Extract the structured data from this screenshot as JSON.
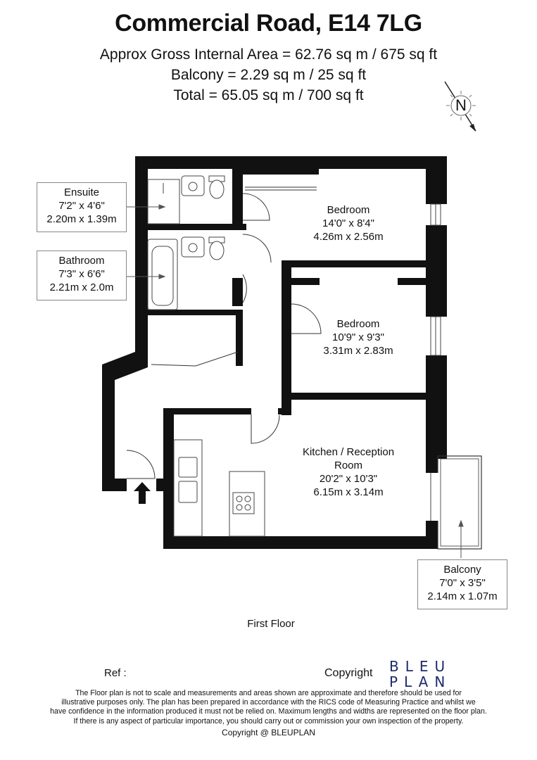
{
  "header": {
    "title": "Commercial Road, E14 7LG",
    "area_gross": "Approx Gross Internal Area = 62.76 sq m / 675 sq ft",
    "area_balcony": "Balcony = 2.29 sq m / 25 sq ft",
    "area_total": "Total = 65.05 sq m / 700 sq ft"
  },
  "compass": {
    "letter": "N"
  },
  "rooms": {
    "ensuite": {
      "name": "Ensuite",
      "imperial": "7'2\" x 4'6\"",
      "metric": "2.20m x 1.39m"
    },
    "bathroom": {
      "name": "Bathroom",
      "imperial": "7'3\" x 6'6\"",
      "metric": "2.21m x 2.0m"
    },
    "bedroom1": {
      "name": "Bedroom",
      "imperial": "14'0\" x 8'4\"",
      "metric": "4.26m x 2.56m"
    },
    "bedroom2": {
      "name": "Bedroom",
      "imperial": "10'9\" x 9'3\"",
      "metric": "3.31m x 2.83m"
    },
    "kitchen": {
      "name_line1": "Kitchen / Reception",
      "name_line2": "Room",
      "imperial": "20'2\" x 10'3\"",
      "metric": "6.15m x 3.14m"
    },
    "balcony": {
      "name": "Balcony",
      "imperial": "7'0\" x 3'5\"",
      "metric": "2.14m x 1.07m"
    }
  },
  "floor_label": "First Floor",
  "ref_label": "Ref  :",
  "copyright_label": "Copyright",
  "brand": {
    "line1": "BLEU",
    "line2": "PLAN",
    "color": "#1e2a6b"
  },
  "disclaimer": {
    "line1": "The Floor plan is not to scale and measurements and areas shown are approximate and therefore should be used for",
    "line2": "illustrative purposes only. The plan has been prepared in accordance with the RICS code of Measuring Practice and whilst we",
    "line3": "have confidence in the information produced it must not be relied on. Maximum lengths and widths are represented on the floor plan.",
    "line4": "If there is any aspect of particular importance, you should carry out or commission your own inspection of the property.",
    "line5": "Copyright @ BLEUPLAN"
  },
  "colors": {
    "wall": "#111111",
    "line": "#333333"
  }
}
